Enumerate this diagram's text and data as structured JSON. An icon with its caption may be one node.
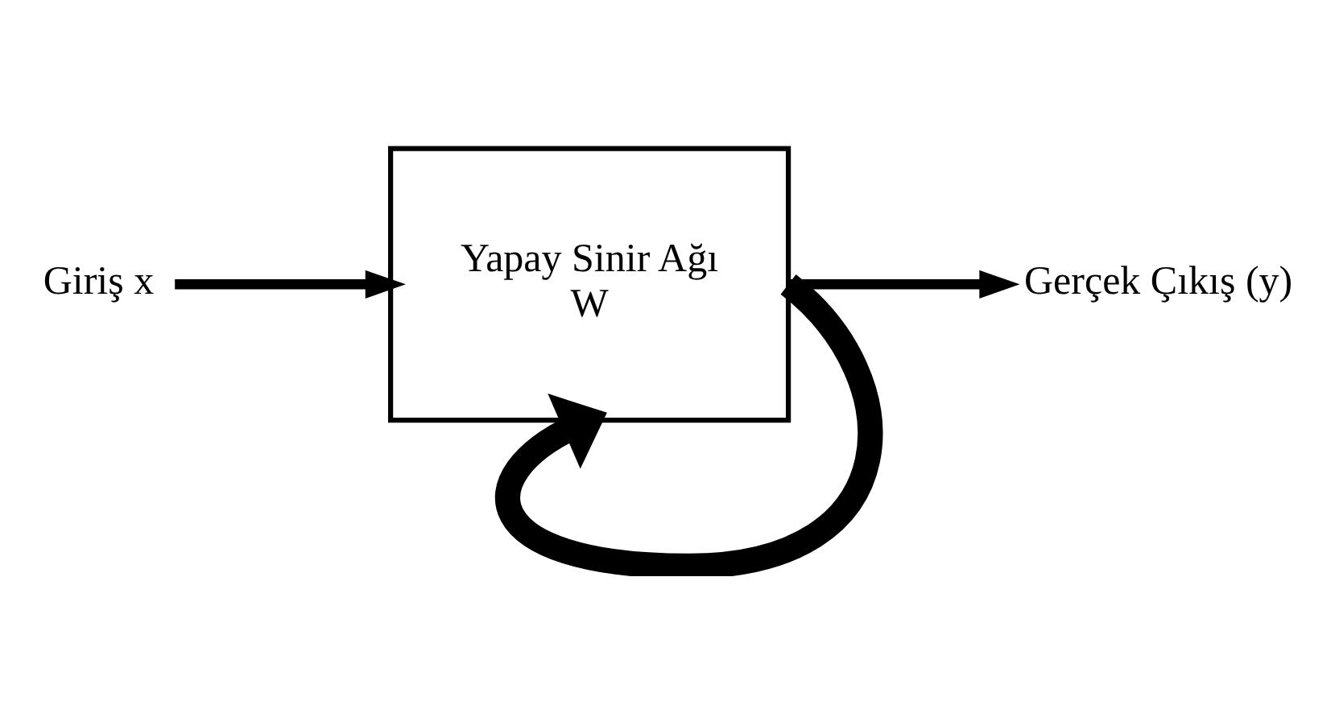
{
  "diagram": {
    "nodes": [
      {
        "text": [
          "Giriş x"
        ]
      },
      {
        "text": [
          "Yapay Sinir Ağı",
          "W"
        ]
      },
      {
        "text": [
          "Gerçek Çıkış (y)"
        ]
      }
    ],
    "edges": [
      {
        "from": 0,
        "to": 1,
        "arrow": "to"
      },
      {
        "from": 1,
        "to": 2,
        "arrow": "to"
      },
      {
        "from": 1,
        "to": 1,
        "arrow": "to",
        "style": "thick"
      }
    ]
  }
}
